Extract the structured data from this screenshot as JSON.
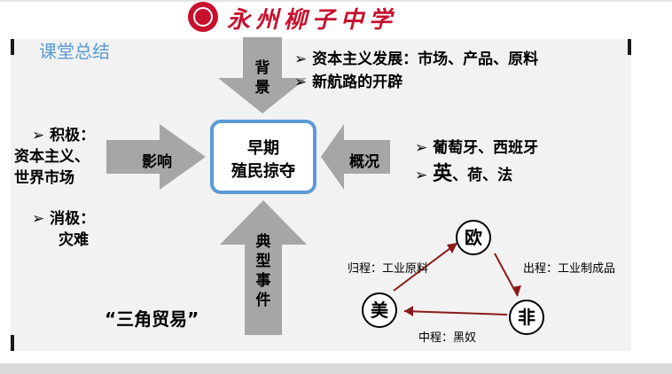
{
  "header": {
    "logo": {
      "icon": "school-emblem-icon",
      "color": "#c8102e"
    },
    "school_name": "永州柳子中学"
  },
  "slide": {
    "section_title": "课堂总结",
    "center": {
      "line1": "早期",
      "line2": "殖民掠夺"
    },
    "arrows": {
      "top": "背景",
      "left": "影响",
      "right": "概况",
      "bottom": "典型事件"
    },
    "background_points": [
      {
        "bullet": "➢",
        "text": "资本主义发展：市场、产品、原料"
      },
      {
        "bullet": "➢",
        "text": "新航路的开辟"
      }
    ],
    "overview_points": [
      {
        "bullet": "➢",
        "text": "葡萄牙、西班牙"
      },
      {
        "bullet": "➢",
        "big": "英",
        "rest": "、荷、法"
      }
    ],
    "impact": {
      "positive_label": "积极：",
      "positive_text_1": "资本主义、",
      "positive_text_2": "世界市场",
      "negative_label": "消极：",
      "negative_text": "灾难",
      "bullet": "➢"
    },
    "triangle_trade": {
      "title": "“三角贸易”",
      "nodes": {
        "europe": "欧",
        "africa": "非",
        "america": "美"
      },
      "edges": {
        "outbound": "出程：工业制成品",
        "middle": "中程：黑奴",
        "return": "归程：工业原料"
      },
      "edge_color": "#8b1a1a"
    },
    "colors": {
      "accent": "#5b9bd5",
      "arrow": "#a6a6a6",
      "brand": "#c8102e"
    }
  }
}
